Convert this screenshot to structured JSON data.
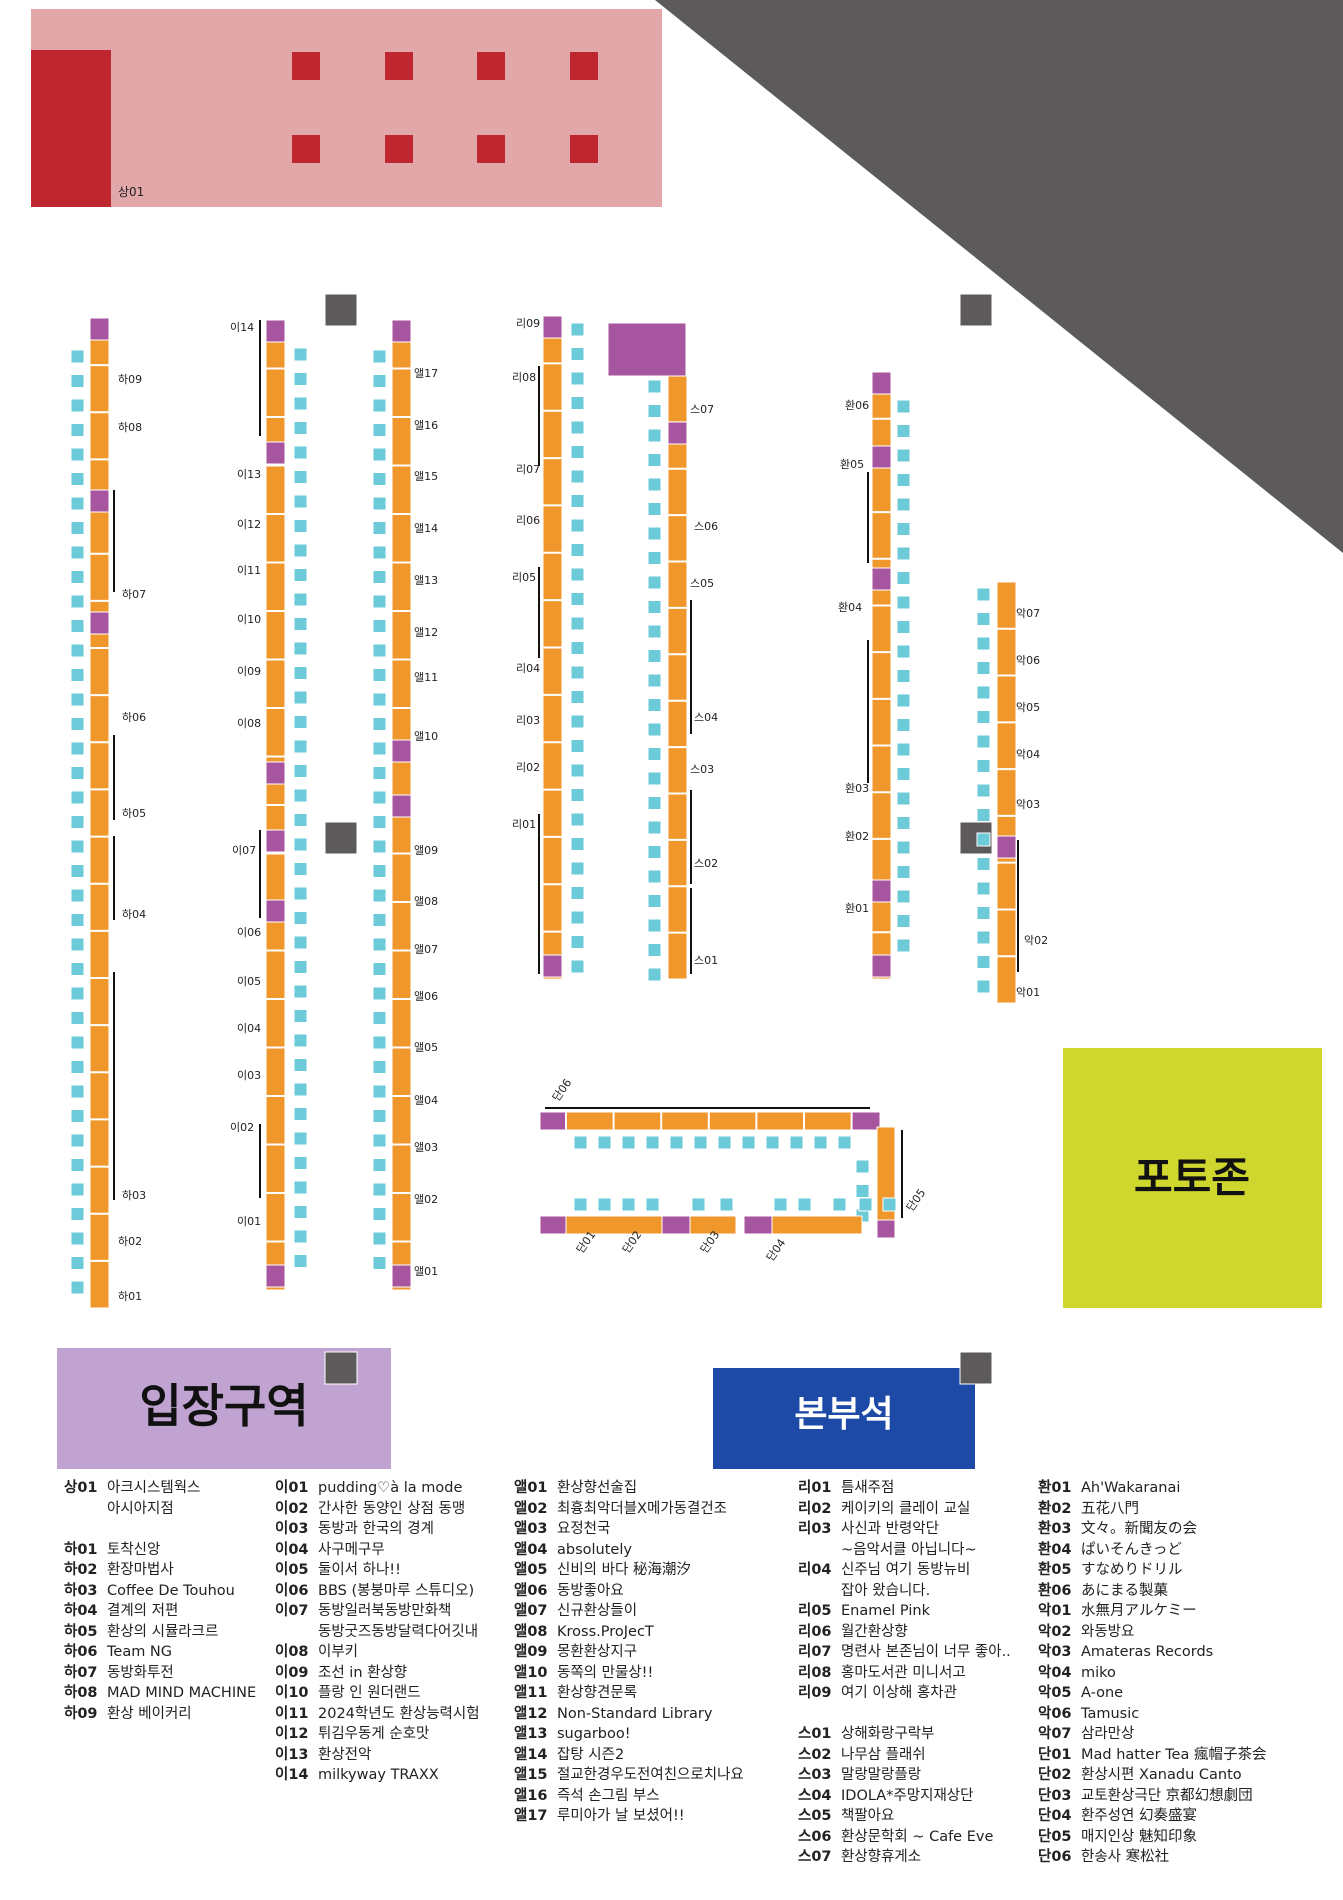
{
  "colors": {
    "booth": "#f0972c",
    "chair": "#6dcad8",
    "pillar": "#a855a0",
    "dark": "#5d5a5b",
    "shop_bg": "#e2a7a9",
    "shop_red": "#bf2730",
    "entry": "#c0a3d1",
    "hq": "#1c4aa6",
    "photo": "#cfd62e"
  },
  "zones": {
    "shop": "상01",
    "entry": "입장구역",
    "hq": "본부석",
    "photo": "포토존"
  },
  "map_labels": {
    "ha": [
      "하09",
      "하08",
      "하07",
      "하06",
      "하05",
      "하04",
      "하03",
      "하02",
      "하01"
    ],
    "i": [
      "이14",
      "이13",
      "이12",
      "이11",
      "이10",
      "이09",
      "이08",
      "이07",
      "이06",
      "이05",
      "이04",
      "이03",
      "이02",
      "이01"
    ],
    "ael": [
      "앨17",
      "앨16",
      "앨15",
      "앨14",
      "앨13",
      "앨12",
      "앨11",
      "앨10",
      "앨09",
      "앨08",
      "앨07",
      "앨06",
      "앨05",
      "앨04",
      "앨03",
      "앨02",
      "앨01"
    ],
    "ri": [
      "리09",
      "리08",
      "리07",
      "리06",
      "리05",
      "리04",
      "리03",
      "리02",
      "리01"
    ],
    "seu": [
      "스07",
      "스06",
      "스05",
      "스04",
      "스03",
      "스02",
      "스01"
    ],
    "hwan": [
      "환06",
      "환05",
      "환04",
      "환03",
      "환02",
      "환01"
    ],
    "ak": [
      "악07",
      "악06",
      "악05",
      "악04",
      "악03",
      "악02",
      "악01"
    ],
    "dan": [
      "단06",
      "단01",
      "단02",
      "단03",
      "단04",
      "단05"
    ]
  },
  "legend": {
    "col1": [
      {
        "code": "상01",
        "name": "아크시스템웍스"
      },
      {
        "code": "",
        "name": "아시아지점"
      },
      {
        "gap": true
      },
      {
        "code": "하01",
        "name": "토착신앙"
      },
      {
        "code": "하02",
        "name": "환장마법사"
      },
      {
        "code": "하03",
        "name": "Coffee De Touhou"
      },
      {
        "code": "하04",
        "name": "결계의 저편"
      },
      {
        "code": "하05",
        "name": "환상의 시뮬라크르"
      },
      {
        "code": "하06",
        "name": "Team NG"
      },
      {
        "code": "하07",
        "name": "동방화투전"
      },
      {
        "code": "하08",
        "name": "MAD MIND MACHINE"
      },
      {
        "code": "하09",
        "name": "환상 베이커리"
      }
    ],
    "col2": [
      {
        "code": "이01",
        "name": "pudding♡à la mode"
      },
      {
        "code": "이02",
        "name": "간사한 동양인 상점 동맹"
      },
      {
        "code": "이03",
        "name": "동방과 한국의 경계"
      },
      {
        "code": "이04",
        "name": "사구메구무"
      },
      {
        "code": "이05",
        "name": "둘이서 하나!!"
      },
      {
        "code": "이06",
        "name": "BBS (봉붕마루 스튜디오)"
      },
      {
        "code": "이07",
        "name": "동방일러북동방만화책"
      },
      {
        "code": "",
        "name": "동방굿즈동방달력다어깃내"
      },
      {
        "code": "이08",
        "name": "이부키"
      },
      {
        "code": "이09",
        "name": "조선 in 환상향"
      },
      {
        "code": "이10",
        "name": "플랑 인 원더랜드"
      },
      {
        "code": "이11",
        "name": "2024학년도 환상능력시험"
      },
      {
        "code": "이12",
        "name": "튀김우동게 순호맛"
      },
      {
        "code": "이13",
        "name": "환상전악"
      },
      {
        "code": "이14",
        "name": "milkyway TRAXX"
      }
    ],
    "col3": [
      {
        "code": "앨01",
        "name": "환상향선술집"
      },
      {
        "code": "앨02",
        "name": "최흉최악더블X메가동결건조"
      },
      {
        "code": "앨03",
        "name": "요정천국"
      },
      {
        "code": "앨04",
        "name": "absolutely"
      },
      {
        "code": "앨05",
        "name": "신비의 바다 秘海潮汐"
      },
      {
        "code": "앨06",
        "name": "동방좋아요"
      },
      {
        "code": "앨07",
        "name": "신규환상들이"
      },
      {
        "code": "앨08",
        "name": "Kross.ProJecT"
      },
      {
        "code": "앨09",
        "name": "몽환환상지구"
      },
      {
        "code": "앨10",
        "name": "동쪽의 만물상!!"
      },
      {
        "code": "앨11",
        "name": "환상향견문록"
      },
      {
        "code": "앨12",
        "name": "Non-Standard Library"
      },
      {
        "code": "앨13",
        "name": "sugarboo!"
      },
      {
        "code": "앨14",
        "name": "잡탕 시즌2"
      },
      {
        "code": "앨15",
        "name": "절교한경우도전여친으로치나요"
      },
      {
        "code": "앨16",
        "name": "즉석 손그림 부스"
      },
      {
        "code": "앨17",
        "name": "루미아가 날 보셨어!!"
      }
    ],
    "col4": [
      {
        "code": "리01",
        "name": "틈새주점"
      },
      {
        "code": "리02",
        "name": "케이키의 클레이 교실"
      },
      {
        "code": "리03",
        "name": "사신과 반령악단"
      },
      {
        "code": "",
        "name": "~음악서클 아닙니다~"
      },
      {
        "code": "리04",
        "name": "신주님 여기 동방뉴비"
      },
      {
        "code": "",
        "name": "잡아 왔습니다."
      },
      {
        "code": "리05",
        "name": "Enamel Pink"
      },
      {
        "code": "리06",
        "name": "월간환상향"
      },
      {
        "code": "리07",
        "name": "명련사 본존님이 너무 좋아.."
      },
      {
        "code": "리08",
        "name": "홍마도서관 미니서고"
      },
      {
        "code": "리09",
        "name": "여기 이상해 홍차관"
      },
      {
        "gap": true
      },
      {
        "code": "스01",
        "name": "상해화랑구락부"
      },
      {
        "code": "스02",
        "name": "나무삼 플래쉬"
      },
      {
        "code": "스03",
        "name": "말랑말랑플랑"
      },
      {
        "code": "스04",
        "name": "IDOLA*주망지재상단"
      },
      {
        "code": "스05",
        "name": "책팔아요"
      },
      {
        "code": "스06",
        "name": "환상문학회 ~ Cafe Eve"
      },
      {
        "code": "스07",
        "name": "환상향휴게소"
      }
    ],
    "col5": [
      {
        "code": "환01",
        "name": "Ah'Wakaranai"
      },
      {
        "code": "환02",
        "name": "五花八門"
      },
      {
        "code": "환03",
        "name": "文々。新聞友の会"
      },
      {
        "code": "환04",
        "name": "ぱいそんきっど"
      },
      {
        "code": "환05",
        "name": "すなめりドリル"
      },
      {
        "code": "환06",
        "name": "あにまる製菓"
      },
      {
        "code": "악01",
        "name": "水無月アルケミー"
      },
      {
        "code": "악02",
        "name": "와동방요"
      },
      {
        "code": "악03",
        "name": "Amateras Records"
      },
      {
        "code": "악04",
        "name": "miko"
      },
      {
        "code": "악05",
        "name": "A-one"
      },
      {
        "code": "악06",
        "name": "Tamusic"
      },
      {
        "code": "악07",
        "name": "삼라만상"
      },
      {
        "code": "단01",
        "name": "Mad hatter Tea 瘋帽子茶会"
      },
      {
        "code": "단02",
        "name": "환상시편 Xanadu Canto"
      },
      {
        "code": "단03",
        "name": "교토환상극단 京都幻想劇団"
      },
      {
        "code": "단04",
        "name": "환주성연 幻奏盛宴"
      },
      {
        "code": "단05",
        "name": "매지인상 魅知印象"
      },
      {
        "code": "단06",
        "name": "한송사 寒松社"
      }
    ]
  }
}
